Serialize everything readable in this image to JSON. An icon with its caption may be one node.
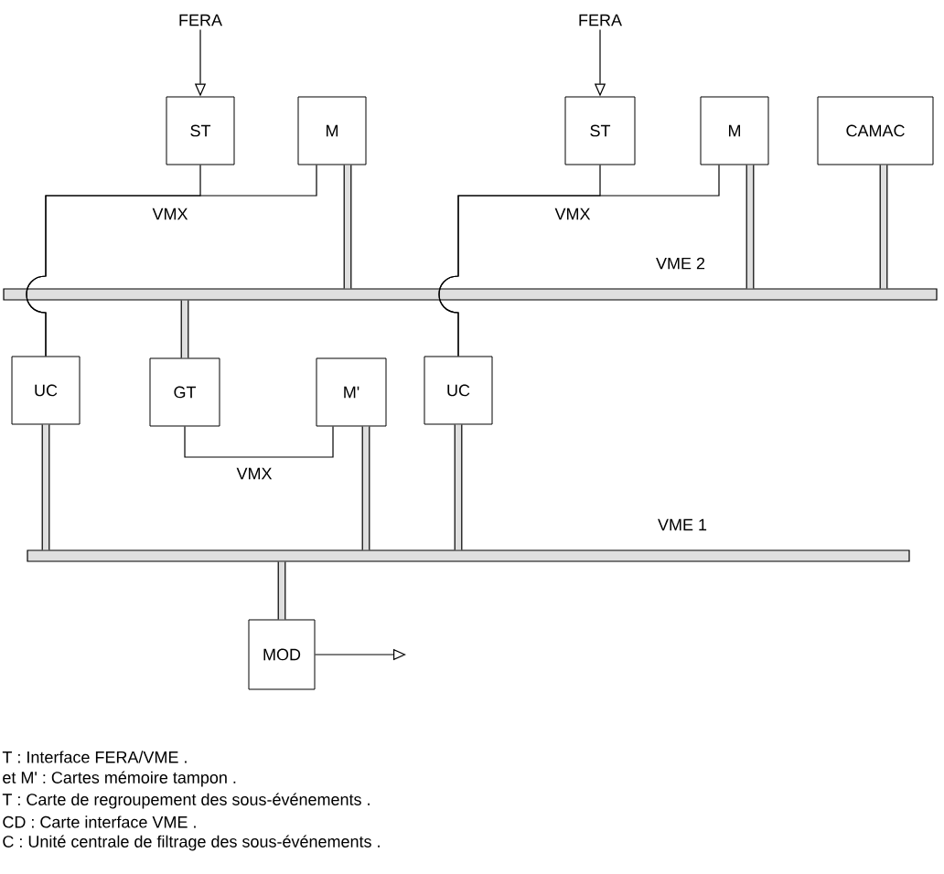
{
  "diagram": {
    "nodes": [
      {
        "text": [
          "FERA"
        ]
      },
      {
        "text": [
          "FERA"
        ]
      },
      {
        "text": [
          "ST"
        ]
      },
      {
        "text": [
          "M"
        ]
      },
      {
        "text": [
          "ST"
        ]
      },
      {
        "text": [
          "M"
        ]
      },
      {
        "text": [
          "CAMAC"
        ]
      },
      {
        "text": [],
        "shape": "bar",
        "beside": [
          "VME 2"
        ]
      },
      {
        "text": [
          "UC"
        ]
      },
      {
        "text": [
          "GT"
        ]
      },
      {
        "text": [
          "M'"
        ]
      },
      {
        "text": [
          "UC"
        ]
      },
      {
        "text": [],
        "shape": "bar",
        "beside": [
          "VME 1"
        ]
      },
      {
        "text": [
          "MOD"
        ]
      }
    ],
    "edges": [
      {
        "from": 0,
        "to": 2,
        "arrow": "to"
      },
      {
        "from": 1,
        "to": 4,
        "arrow": "to"
      },
      {
        "from": 2,
        "to": 8,
        "arrow": "none",
        "label": "VMX"
      },
      {
        "from": 3,
        "to": 8,
        "arrow": "none"
      },
      {
        "from": 4,
        "to": 11,
        "arrow": "none",
        "label": "VMX"
      },
      {
        "from": 5,
        "to": 11,
        "arrow": "none"
      },
      {
        "from": 3,
        "to": 7,
        "arrow": "none",
        "style": "thick"
      },
      {
        "from": 5,
        "to": 7,
        "arrow": "none",
        "style": "thick"
      },
      {
        "from": 6,
        "to": 7,
        "arrow": "none",
        "style": "thick"
      },
      {
        "from": 9,
        "to": 7,
        "arrow": "none",
        "style": "thick"
      },
      {
        "from": 8,
        "to": 12,
        "arrow": "none",
        "style": "thick"
      },
      {
        "from": 9,
        "to": 10,
        "arrow": "none",
        "label": "VMX"
      },
      {
        "from": 10,
        "to": 12,
        "arrow": "none",
        "style": "thick"
      },
      {
        "from": 11,
        "to": 12,
        "arrow": "none",
        "style": "thick"
      },
      {
        "from": 12,
        "to": 13,
        "arrow": "none",
        "style": "thick"
      },
      {
        "from": 13,
        "to": null,
        "arrow": "to"
      }
    ],
    "labels": [
      "T : Interface FERA/VME .",
      "et M' : Cartes mémoire tampon .",
      "T : Carte de regroupement des sous-événements .",
      "CD : Carte interface VME .",
      "C : Unité centrale de filtrage des sous-événements ."
    ]
  }
}
